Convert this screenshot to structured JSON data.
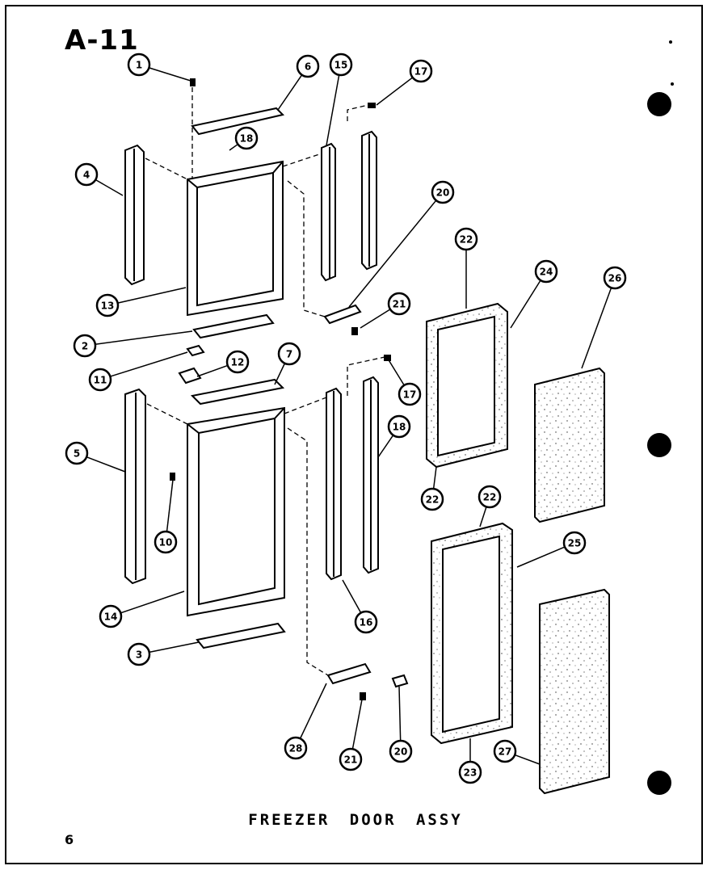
{
  "page_id": "A-11",
  "caption": "FREEZER DOOR ASSY",
  "page_number": "6",
  "callouts": [
    "1",
    "6",
    "15",
    "17",
    "18",
    "4",
    "13",
    "2",
    "11",
    "12",
    "7",
    "17",
    "20",
    "21",
    "5",
    "10",
    "14",
    "3",
    "18",
    "16",
    "22",
    "24",
    "26",
    "22",
    "22",
    "25",
    "28",
    "21",
    "20",
    "23",
    "27"
  ]
}
